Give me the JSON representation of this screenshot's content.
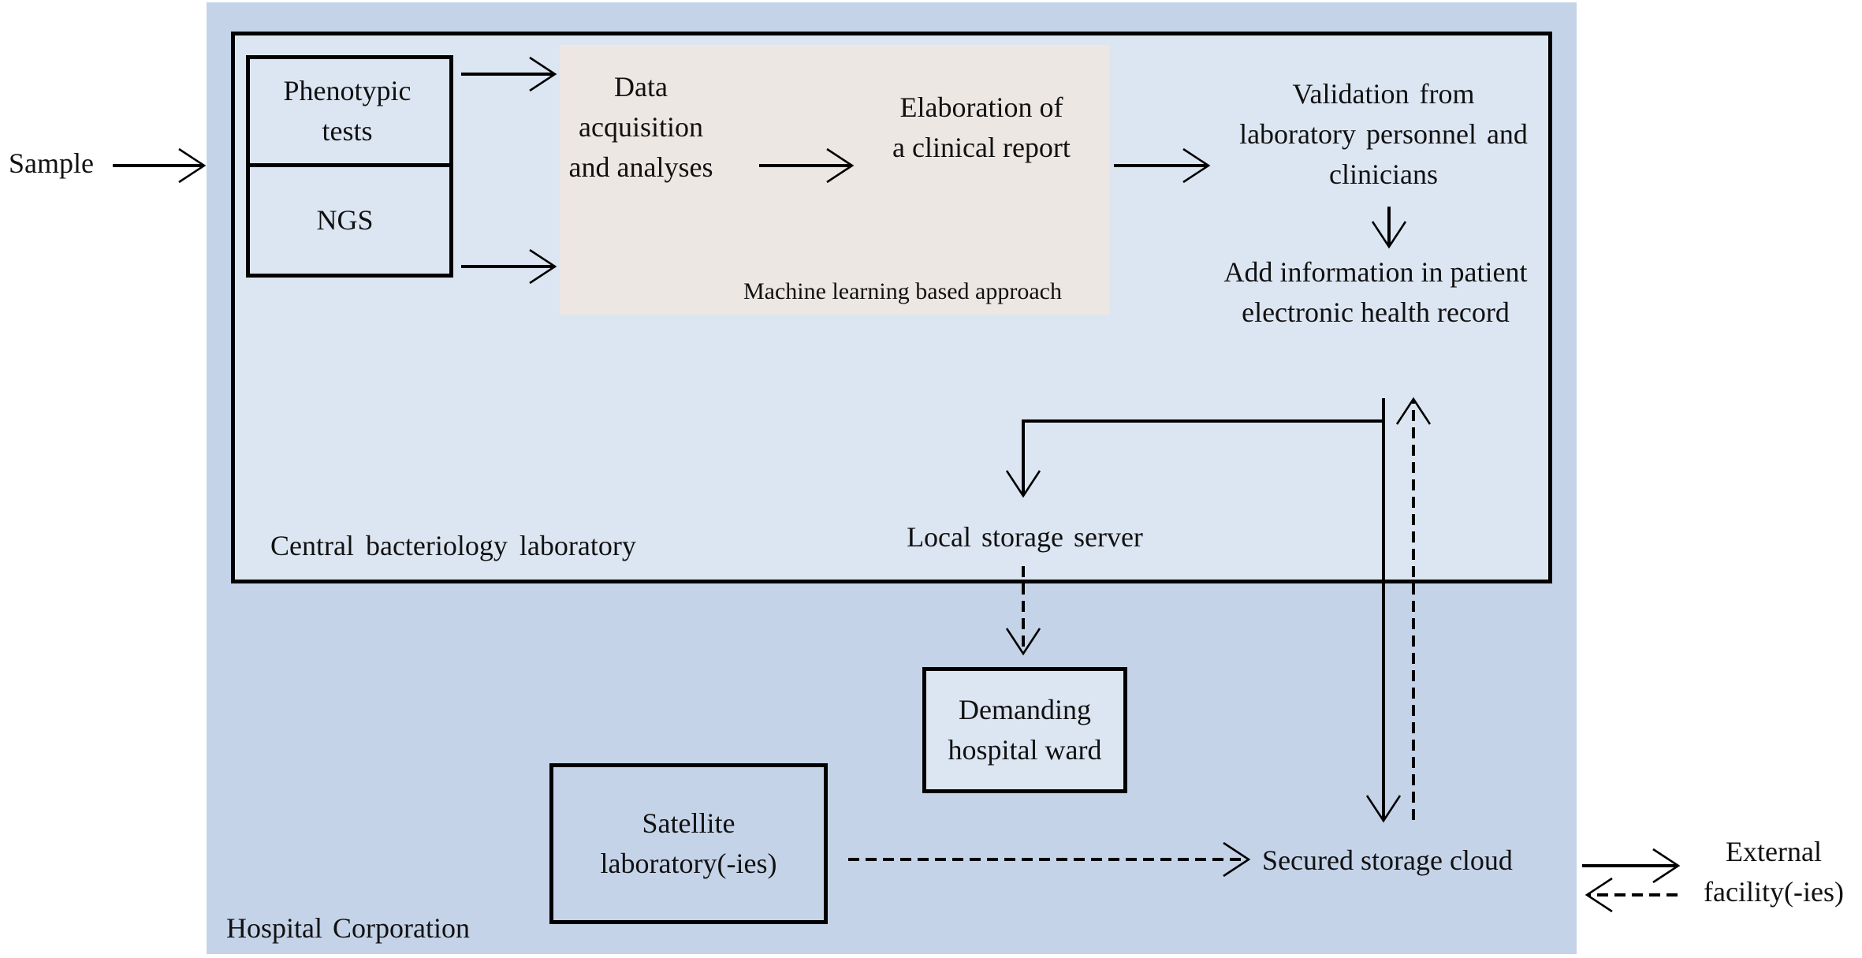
{
  "diagram": {
    "sample": "Sample",
    "phenotypic_tests": "Phenotypic tests",
    "ngs": "NGS",
    "data_acquisition": "Data acquisition and analyses",
    "elaboration": "Elaboration of a clinical report",
    "ml_approach": "Machine learning based approach",
    "validation": "Validation from laboratory personnel and clinicians",
    "add_info": "Add information in patient electronic health record",
    "central_lab": "Central bacteriology laboratory",
    "local_storage": "Local storage server",
    "demanding_ward": "Demanding hospital ward",
    "satellite_lab": "Satellite laboratory(-ies)",
    "secured_storage": "Secured storage cloud",
    "hospital_corp": "Hospital Corporation",
    "external_facility": "External facility(-ies)"
  }
}
